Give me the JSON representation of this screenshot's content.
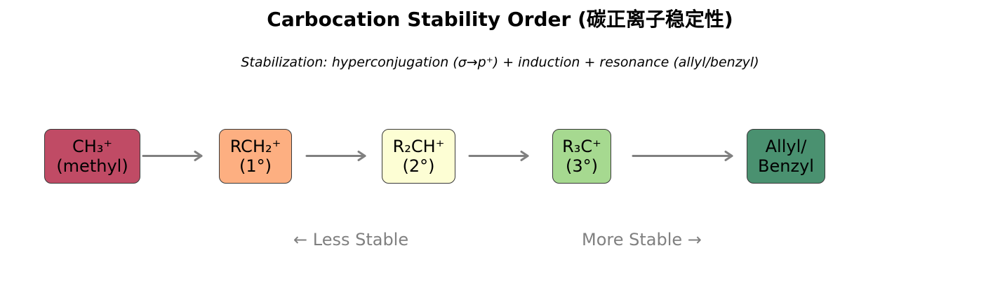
{
  "title": "Carbocation Stability Order (碳正离子稳定性)",
  "subtitle": "Stabilization: hyperconjugation (σ→p⁺) + induction + resonance (allyl/benzyl)",
  "nodes": [
    {
      "line1": "CH₃⁺",
      "line2": "(methyl)",
      "color": "#c04b65"
    },
    {
      "line1": "RCH₂⁺",
      "line2": "(1°)",
      "color": "#fdaf81"
    },
    {
      "line1": "R₂CH⁺",
      "line2": "(2°)",
      "color": "#fdfed4"
    },
    {
      "line1": "R₃C⁺",
      "line2": "(3°)",
      "color": "#a6d990"
    },
    {
      "line1": "Allyl/",
      "line2": "Benzyl",
      "color": "#4a9170"
    }
  ],
  "arrow_color": "#808080",
  "captions": {
    "less": "← Less Stable",
    "more": "More Stable →"
  }
}
